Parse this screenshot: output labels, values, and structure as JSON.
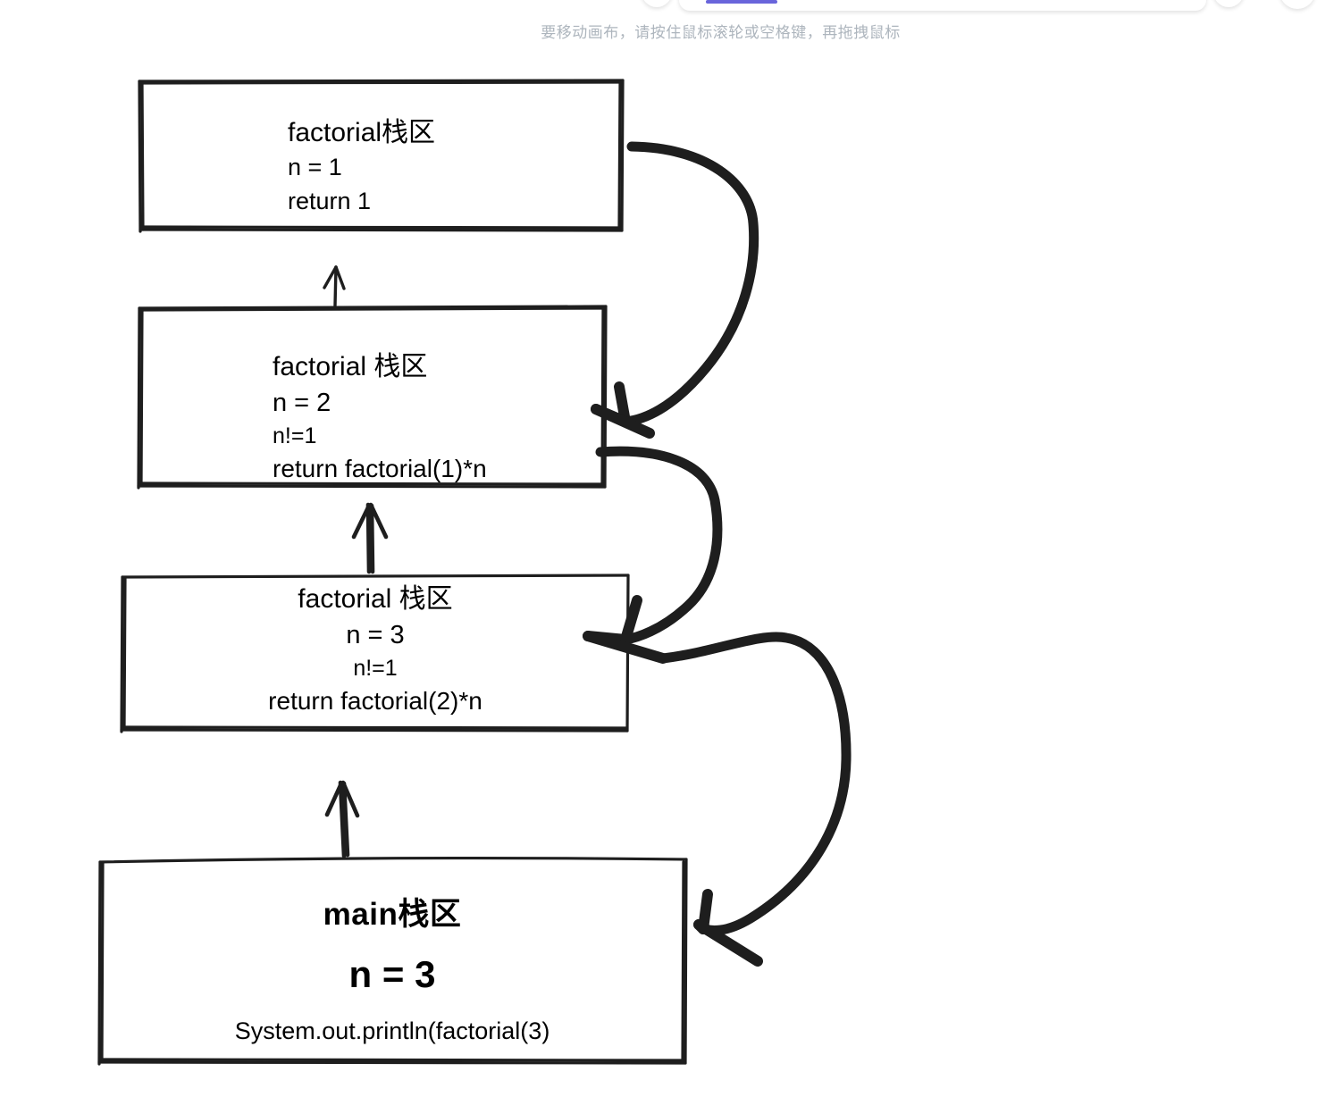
{
  "app": {
    "canvas_hint": "要移动画布，请按住鼠标滚轮或空格键，再拖拽鼠标",
    "accent_color": "#6965db",
    "ink_color": "#1e1e1e",
    "background_color": "#ffffff"
  },
  "toolbar": {
    "panel_label": "",
    "active_tool_indicator": ""
  },
  "diagram": {
    "type": "recursion-call-stack",
    "frames": [
      {
        "id": "factorial-n1",
        "lines": [
          "factorial栈区",
          "n = 1",
          "return 1"
        ],
        "align": "left"
      },
      {
        "id": "factorial-n2",
        "lines": [
          "factorial 栈区",
          "n = 2",
          "n!=1",
          "return factorial(1)*n"
        ],
        "align": "left"
      },
      {
        "id": "factorial-n3",
        "lines": [
          "factorial 栈区",
          "n = 3",
          "n!=1",
          "return factorial(2)*n"
        ],
        "align": "center"
      },
      {
        "id": "main",
        "lines": [
          "main栈区",
          "n = 3",
          "System.out.println(factorial(3)"
        ],
        "align": "center"
      }
    ],
    "arrows": [
      {
        "id": "call-main-to-n3",
        "kind": "call",
        "from": "main",
        "to": "factorial-n3"
      },
      {
        "id": "call-n3-to-n2",
        "kind": "call",
        "from": "factorial-n3",
        "to": "factorial-n2"
      },
      {
        "id": "call-n2-to-n1",
        "kind": "call",
        "from": "factorial-n2",
        "to": "factorial-n1"
      },
      {
        "id": "return-n1-to-n2",
        "kind": "return",
        "from": "factorial-n1",
        "to": "factorial-n2"
      },
      {
        "id": "return-n2-to-n3",
        "kind": "return",
        "from": "factorial-n2",
        "to": "factorial-n3"
      },
      {
        "id": "return-n3-to-main",
        "kind": "return",
        "from": "factorial-n3",
        "to": "main"
      }
    ]
  }
}
